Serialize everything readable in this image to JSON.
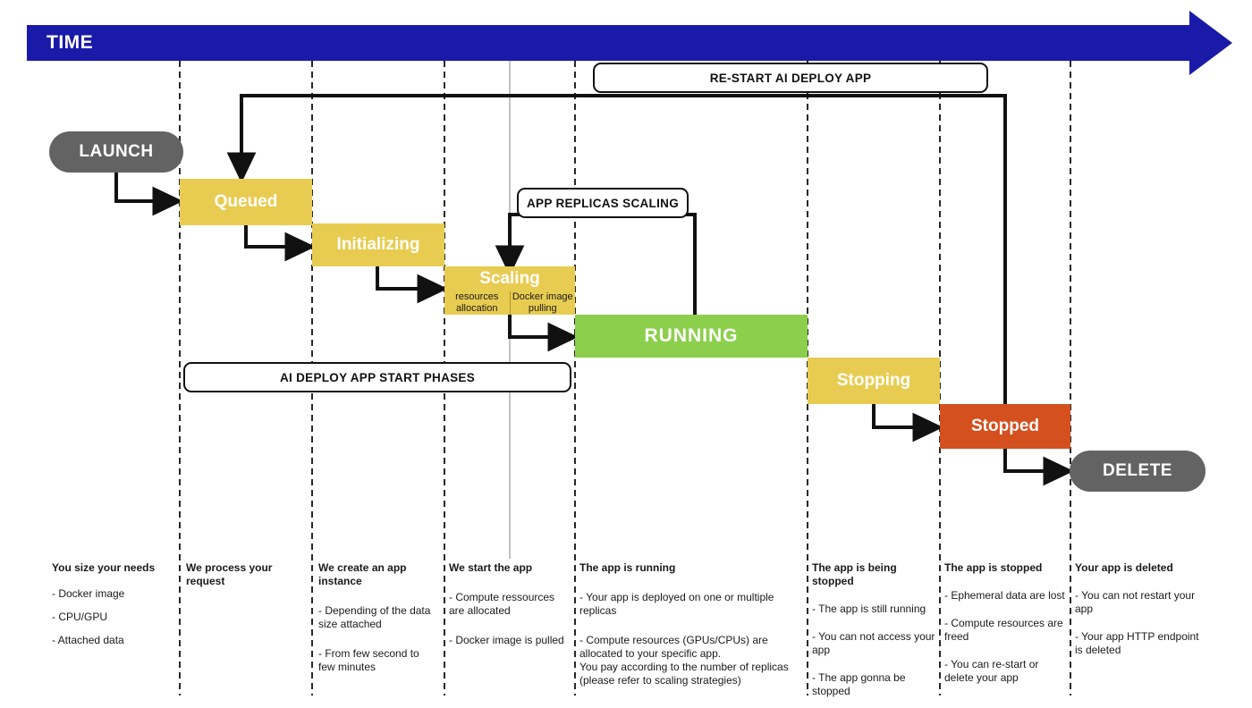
{
  "banner": {
    "label": "TIME",
    "color": "#1a1aa8"
  },
  "colors": {
    "time_bar": "#1a1aa8",
    "pill": "#636363",
    "yellow": "#e8cc51",
    "green": "#8ccf4d",
    "orange": "#d4501e",
    "line": "#111111"
  },
  "terminals": [
    {
      "name": "launch",
      "label": "LAUNCH"
    },
    {
      "name": "delete",
      "label": "DELETE"
    }
  ],
  "states": [
    {
      "name": "queued",
      "label": "Queued",
      "color": "yellow",
      "font_size": 19
    },
    {
      "name": "initializing",
      "label": "Initializing",
      "color": "yellow",
      "font_size": 19
    },
    {
      "name": "scaling",
      "label": "Scaling",
      "color": "yellow",
      "font_size": 19,
      "substates": [
        {
          "name": "resources-allocation",
          "label": "resources\nallocation"
        },
        {
          "name": "docker-image-pulling",
          "label": "Docker image\npulling"
        }
      ]
    },
    {
      "name": "running",
      "label": "RUNNING",
      "color": "green",
      "font_size": 21
    },
    {
      "name": "stopping",
      "label": "Stopping",
      "color": "yellow",
      "font_size": 19
    },
    {
      "name": "stopped",
      "label": "Stopped",
      "color": "orange",
      "font_size": 19
    }
  ],
  "callouts": [
    {
      "name": "restart-callout",
      "label": "RE-START AI DEPLOY APP"
    },
    {
      "name": "app-replicas-callout",
      "label": "APP REPLICAS SCALING"
    },
    {
      "name": "start-phases-callout",
      "label": "AI DEPLOY APP START PHASES"
    }
  ],
  "columns": [
    {
      "name": "you-size-your-needs",
      "head": "You size your needs",
      "lines": [
        "- Docker image",
        "- CPU/GPU",
        "- Attached data"
      ]
    },
    {
      "name": "we-process-your-request",
      "head": "We process your request",
      "lines": []
    },
    {
      "name": "we-create-an-app-instance",
      "head": "We create an app instance",
      "lines": [
        "- Depending of the data size attached",
        "- From few second to few minutes"
      ]
    },
    {
      "name": "we-start-the-app",
      "head": "We start the app",
      "lines": [
        "- Compute ressources are allocated",
        "- Docker image is pulled"
      ]
    },
    {
      "name": "the-app-is-running",
      "head": "The app is running",
      "lines": [
        "- Your app is deployed on one or multiple replicas",
        "- Compute resources (GPUs/CPUs) are allocated to your specific app.\nYou pay according to the number of replicas\n(please refer to scaling strategies)"
      ]
    },
    {
      "name": "the-app-is-being-stopped",
      "head": "The app is being stopped",
      "lines": [
        "- The app is still running",
        "- You can not access your app",
        "- The app gonna be stopped"
      ]
    },
    {
      "name": "the-app-is-stopped",
      "head": "The app is stopped",
      "lines": [
        "- Ephemeral data are lost",
        "- Compute resources are freed",
        "- You can re-start or delete your app"
      ]
    },
    {
      "name": "your-app-is-deleted",
      "head": "Your app is deleted",
      "lines": [
        "- You can not restart your app",
        "- Your app HTTP endpoint is deleted"
      ]
    }
  ]
}
